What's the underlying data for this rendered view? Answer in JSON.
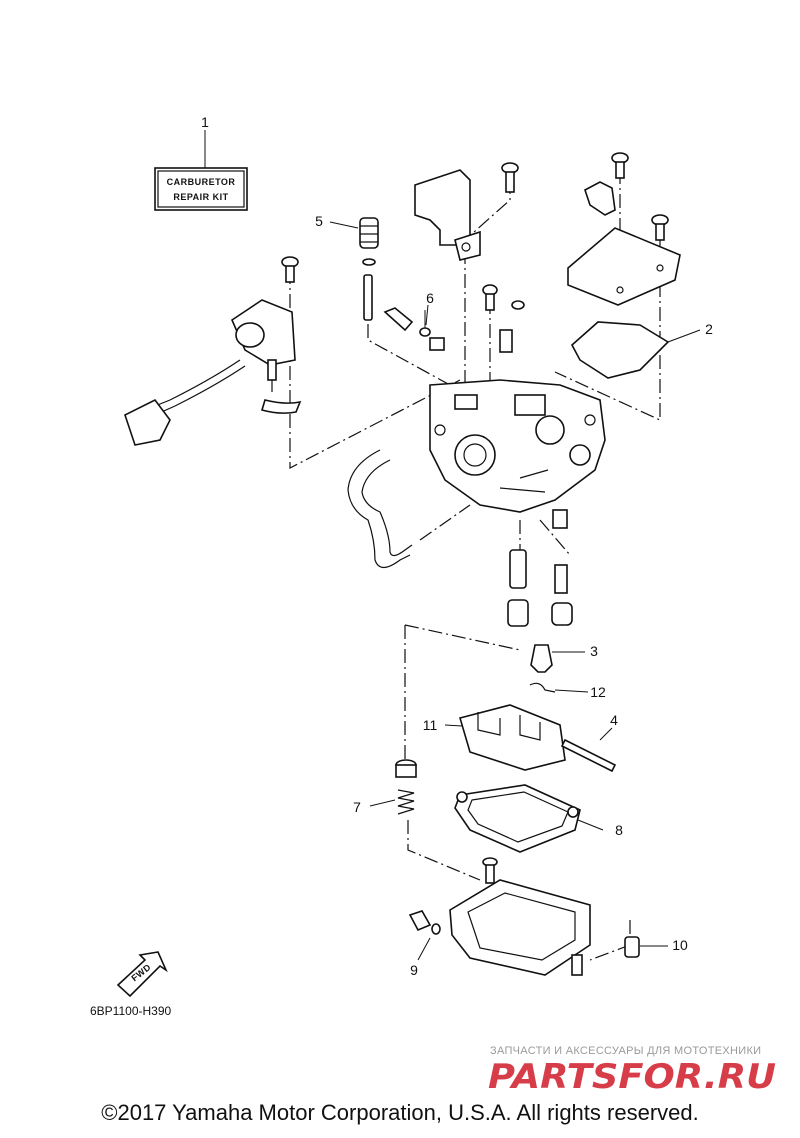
{
  "kit_label": {
    "line1": "CARBURETOR",
    "line2": "REPAIR KIT"
  },
  "callouts": [
    "1",
    "2",
    "3",
    "4",
    "5",
    "6",
    "7",
    "8",
    "9",
    "10",
    "11",
    "12"
  ],
  "fwd_label": "FWD",
  "diagram_code": "6BP1100-H390",
  "watermark": {
    "tagline": "ЗАПЧАСТИ И АКСЕССУАРЫ ДЛЯ МОТОТЕХНИКИ",
    "logo": "PARTSFOR.RU",
    "color": "#d11c2a"
  },
  "copyright": "©2017 Yamaha Motor Corporation, U.S.A. All rights reserved."
}
